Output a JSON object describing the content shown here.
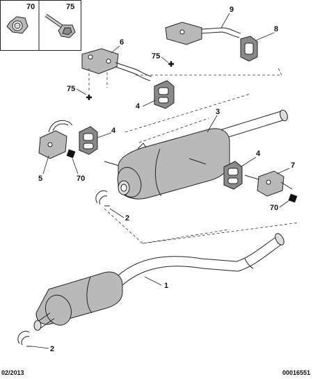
{
  "parts_inset": {
    "nut_callout": "70",
    "bolt_callout": "75"
  },
  "callouts": {
    "c1": "1",
    "c2a": "2",
    "c2b": "2",
    "c3": "3",
    "c4a": "4",
    "c4b": "4",
    "c4c": "4",
    "c5": "5",
    "c6": "6",
    "c7": "7",
    "c8": "8",
    "c9": "9",
    "c70a": "70",
    "c70b": "70",
    "c75a": "75",
    "c75b": "75"
  },
  "footer": {
    "date": "02/2013",
    "ref": "00016551"
  },
  "colors": {
    "part_fill": "#b9b9b9",
    "line": "#222222",
    "nut_marker": "#111111"
  }
}
